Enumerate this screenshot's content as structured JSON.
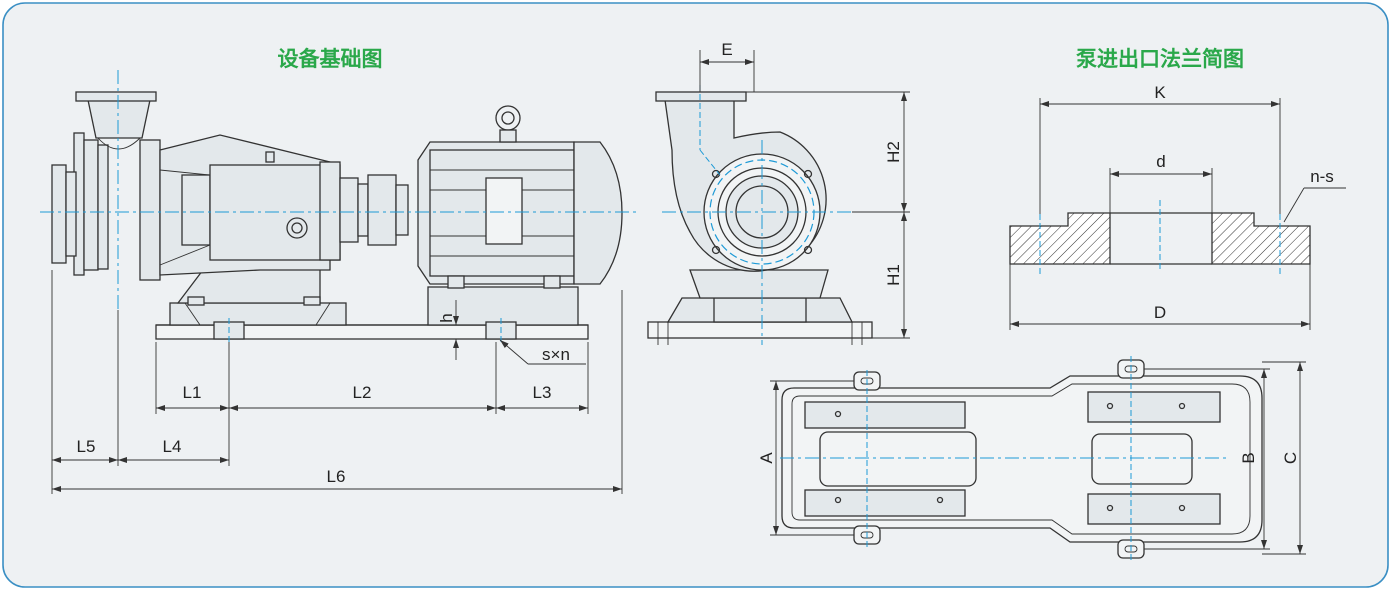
{
  "titles": {
    "foundation": "设备基础图",
    "flange": "泵进出口法兰简图"
  },
  "labels": {
    "L1": "L1",
    "L2": "L2",
    "L3": "L3",
    "L4": "L4",
    "L5": "L5",
    "L6": "L6",
    "h": "h",
    "sxn": "s×n",
    "E": "E",
    "H1": "H1",
    "H2": "H2",
    "K": "K",
    "d": "d",
    "D": "D",
    "ns": "n-s",
    "A": "A",
    "B": "B",
    "C": "C"
  },
  "colors": {
    "panel_bg": "#eef1f3",
    "panel_border": "#3a8fc4",
    "title_green": "#2aa84a",
    "centerline_blue": "#1e9ad6"
  }
}
